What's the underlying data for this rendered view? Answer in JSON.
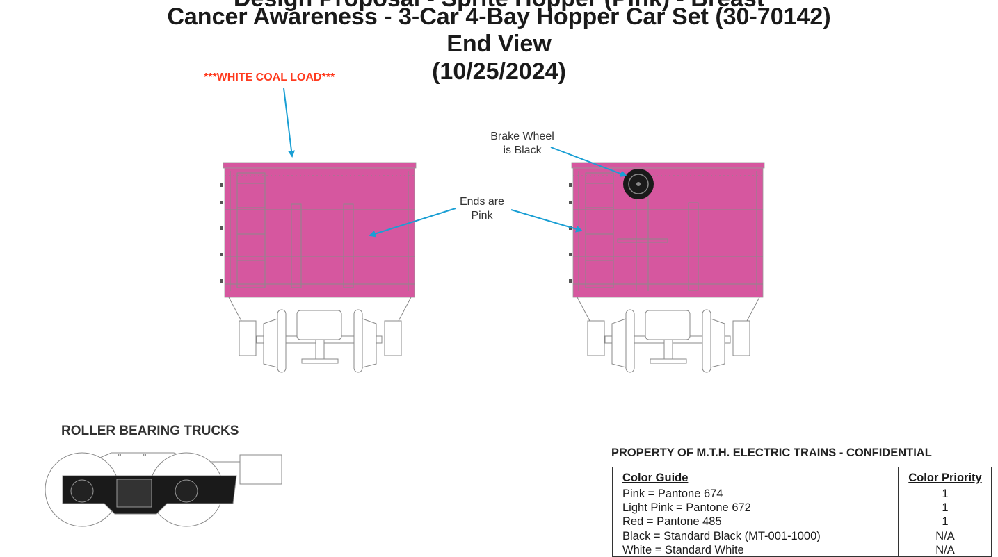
{
  "title": {
    "line1": "Design Proposal - Sprite Hopper (Pink) - Breast",
    "line2": "Cancer Awareness - 3-Car 4-Bay Hopper Car Set (30-70142)",
    "line3": "End View",
    "line4": "(10/25/2024)"
  },
  "callouts": {
    "coal_load": "***WHITE COAL LOAD***",
    "brake_wheel_1": "Brake Wheel",
    "brake_wheel_2": "is Black",
    "ends_1": "Ends are",
    "ends_2": "Pink"
  },
  "trucks_label": "ROLLER BEARING TRUCKS",
  "confidential": "PROPERTY OF M.T.H. ELECTRIC TRAINS - CONFIDENTIAL",
  "color_guide": {
    "header": "Color Guide",
    "priority_header": "Color Priority",
    "rows": [
      {
        "color": "Pink = Pantone 674",
        "priority": "1"
      },
      {
        "color": "Light Pink = Pantone 672",
        "priority": "1"
      },
      {
        "color": "Red = Pantone 485",
        "priority": "1"
      },
      {
        "color": "Black = Standard Black (MT-001-1000)",
        "priority": "N/A"
      },
      {
        "color": "White = Standard White",
        "priority": "N/A"
      }
    ]
  },
  "colors": {
    "car_pink": "#d6579f",
    "callout_red": "#ff3b1f",
    "arrow_blue": "#1a9fd4",
    "line_gray": "#8a8a8a"
  }
}
